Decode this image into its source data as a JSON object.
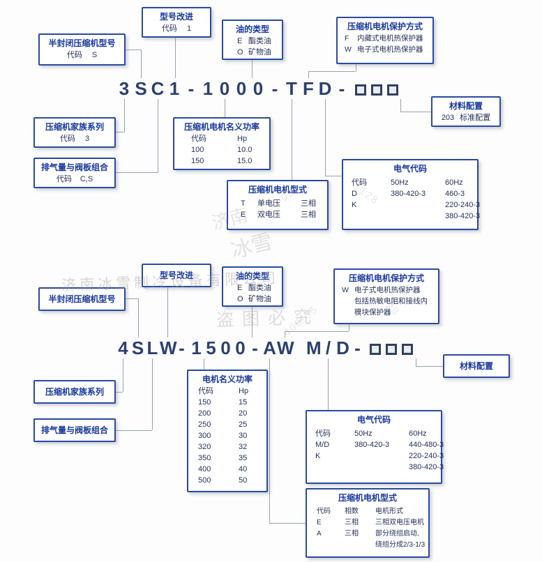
{
  "top": {
    "model": {
      "text": "3SC1-1000-TFD-",
      "squares": 3
    },
    "improvement": {
      "title": "型号改进",
      "code_label": "代码",
      "code": "1"
    },
    "oil": {
      "title": "油的类型",
      "rows": [
        {
          "k": "E",
          "v": "酯类油"
        },
        {
          "k": "O",
          "v": "矿物油"
        }
      ]
    },
    "protection": {
      "title": "压缩机电机保护方式",
      "rows": [
        {
          "k": "F",
          "v": "内藏式电机热保护器"
        },
        {
          "k": "W",
          "v": "电子式电机热保护器"
        }
      ]
    },
    "semi": {
      "title": "半封闭压缩机型号",
      "code_label": "代码",
      "code": "S"
    },
    "material": {
      "title": "材料配置",
      "code": "203",
      "desc": "标准配置"
    },
    "family": {
      "title": "压缩机家族系列",
      "code_label": "代码",
      "code": "3"
    },
    "power": {
      "title": "压缩机电机名义功率",
      "rows": [
        {
          "a": "代码",
          "b": "Hp"
        },
        {
          "a": "100",
          "b": "10.0"
        },
        {
          "a": "150",
          "b": "15.0"
        }
      ]
    },
    "displacement": {
      "title": "排气量与阀板组合",
      "code_label": "代码",
      "code": "C,S"
    },
    "electrical": {
      "title": "电气代码",
      "rows": [
        {
          "a": "代码",
          "b": "50Hz",
          "c": "60Hz"
        },
        {
          "a": "D",
          "b": "380-420-3",
          "c": "460-3"
        },
        {
          "a": "K",
          "b": "",
          "c": "220-240-3"
        },
        {
          "a": "",
          "b": "",
          "c": "380-420-3"
        }
      ]
    },
    "motor_type": {
      "title": "压缩机电机型式",
      "rows": [
        {
          "a": "T",
          "b": "单电压",
          "c": "三相"
        },
        {
          "a": "E",
          "b": "双电压",
          "c": "三相"
        }
      ]
    }
  },
  "bottom": {
    "model": {
      "text": "4SLW-1500-AW M/D-",
      "squares": 3
    },
    "improvement": {
      "title": "型号改进"
    },
    "oil": {
      "title": "油的类型",
      "rows": [
        {
          "k": "E",
          "v": "酯类油"
        },
        {
          "k": "O",
          "v": "矿物油"
        }
      ]
    },
    "protection": {
      "title": "压缩机电机保护方式",
      "rows": [
        {
          "k": "W",
          "v": "电子式电机热保护器"
        },
        {
          "k": "",
          "v": "包括热敏电阻和接线内"
        },
        {
          "k": "",
          "v": "模块保护器"
        }
      ]
    },
    "semi": {
      "title": "半封闭压缩机型号"
    },
    "material": {
      "title": "材料配置"
    },
    "family": {
      "title": "压缩机家族系列"
    },
    "power": {
      "title": "电机名义功率",
      "rows": [
        {
          "a": "代码",
          "b": "Hp"
        },
        {
          "a": "150",
          "b": "15"
        },
        {
          "a": "200",
          "b": "20"
        },
        {
          "a": "250",
          "b": "25"
        },
        {
          "a": "300",
          "b": "30"
        },
        {
          "a": "320",
          "b": "32"
        },
        {
          "a": "350",
          "b": "35"
        },
        {
          "a": "400",
          "b": "40"
        },
        {
          "a": "500",
          "b": "50"
        }
      ]
    },
    "displacement": {
      "title": "排气量与阀板组合"
    },
    "electrical": {
      "title": "电气代码",
      "rows": [
        {
          "a": "代码",
          "b": "50Hz",
          "c": "60Hz"
        },
        {
          "a": "M/D",
          "b": "380-420-3",
          "c": "440-480-3"
        },
        {
          "a": "K",
          "b": "",
          "c": "220-240-3"
        },
        {
          "a": "",
          "b": "",
          "c": "380-420-3"
        }
      ]
    },
    "motor_type": {
      "title": "压缩机电机型式",
      "rows": [
        {
          "a": "代码",
          "b": "相数",
          "c": "电机形式"
        },
        {
          "a": "E",
          "b": "三相",
          "c": "三相双电压电机"
        },
        {
          "a": "A",
          "b": "三相",
          "c": "部分绕组启动,"
        },
        {
          "a": "",
          "b": "",
          "c": "绕组分成2/3-1/3"
        }
      ]
    }
  },
  "watermark": {
    "company": "济南冰雪制冷设备有限公司",
    "notice": "盗图必究",
    "brand1": "济南",
    "brand2": "冰雪",
    "numbers1": "400-05",
    "numbers2": "1128"
  },
  "colors": {
    "box_border": "#2a4a9c",
    "title_text": "#17379e",
    "body_text": "#233059",
    "model_text": "#2b4070",
    "connector_line": "#98a2b3",
    "watermark": "#9a9a9a",
    "background": "#fdfdfd"
  }
}
